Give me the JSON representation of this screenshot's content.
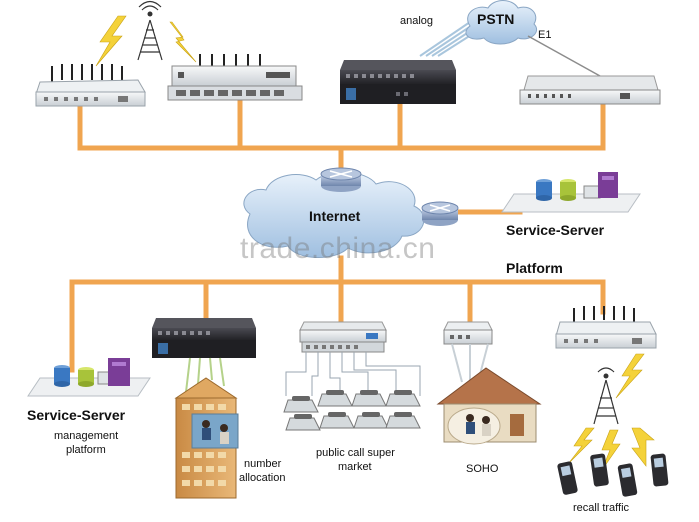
{
  "labels": {
    "pstn": "PSTN",
    "analog": "analog",
    "e1": "E1",
    "internet": "Internet",
    "service_server_top_line1": "Service-Server",
    "service_server_top_line2": "Platform",
    "service_server_bottom": "Service-Server",
    "management_platform_line1": "management",
    "management_platform_line2": "platform",
    "number_allocation_line1": "number",
    "number_allocation_line2": "allocation",
    "public_call_line1": "public call super",
    "public_call_line2": "market",
    "soho": "SOHO",
    "recall_traffic": "recall traffic"
  },
  "watermark": "trade.china.cn",
  "colors": {
    "link": "#f0a550",
    "cloud": "#c9dcf0",
    "router": "#8fa3c4",
    "device_light": "#e8ecef",
    "device_dark": "#2f2f35",
    "building": "#d9a05c",
    "lightning": "#f4d23a"
  }
}
